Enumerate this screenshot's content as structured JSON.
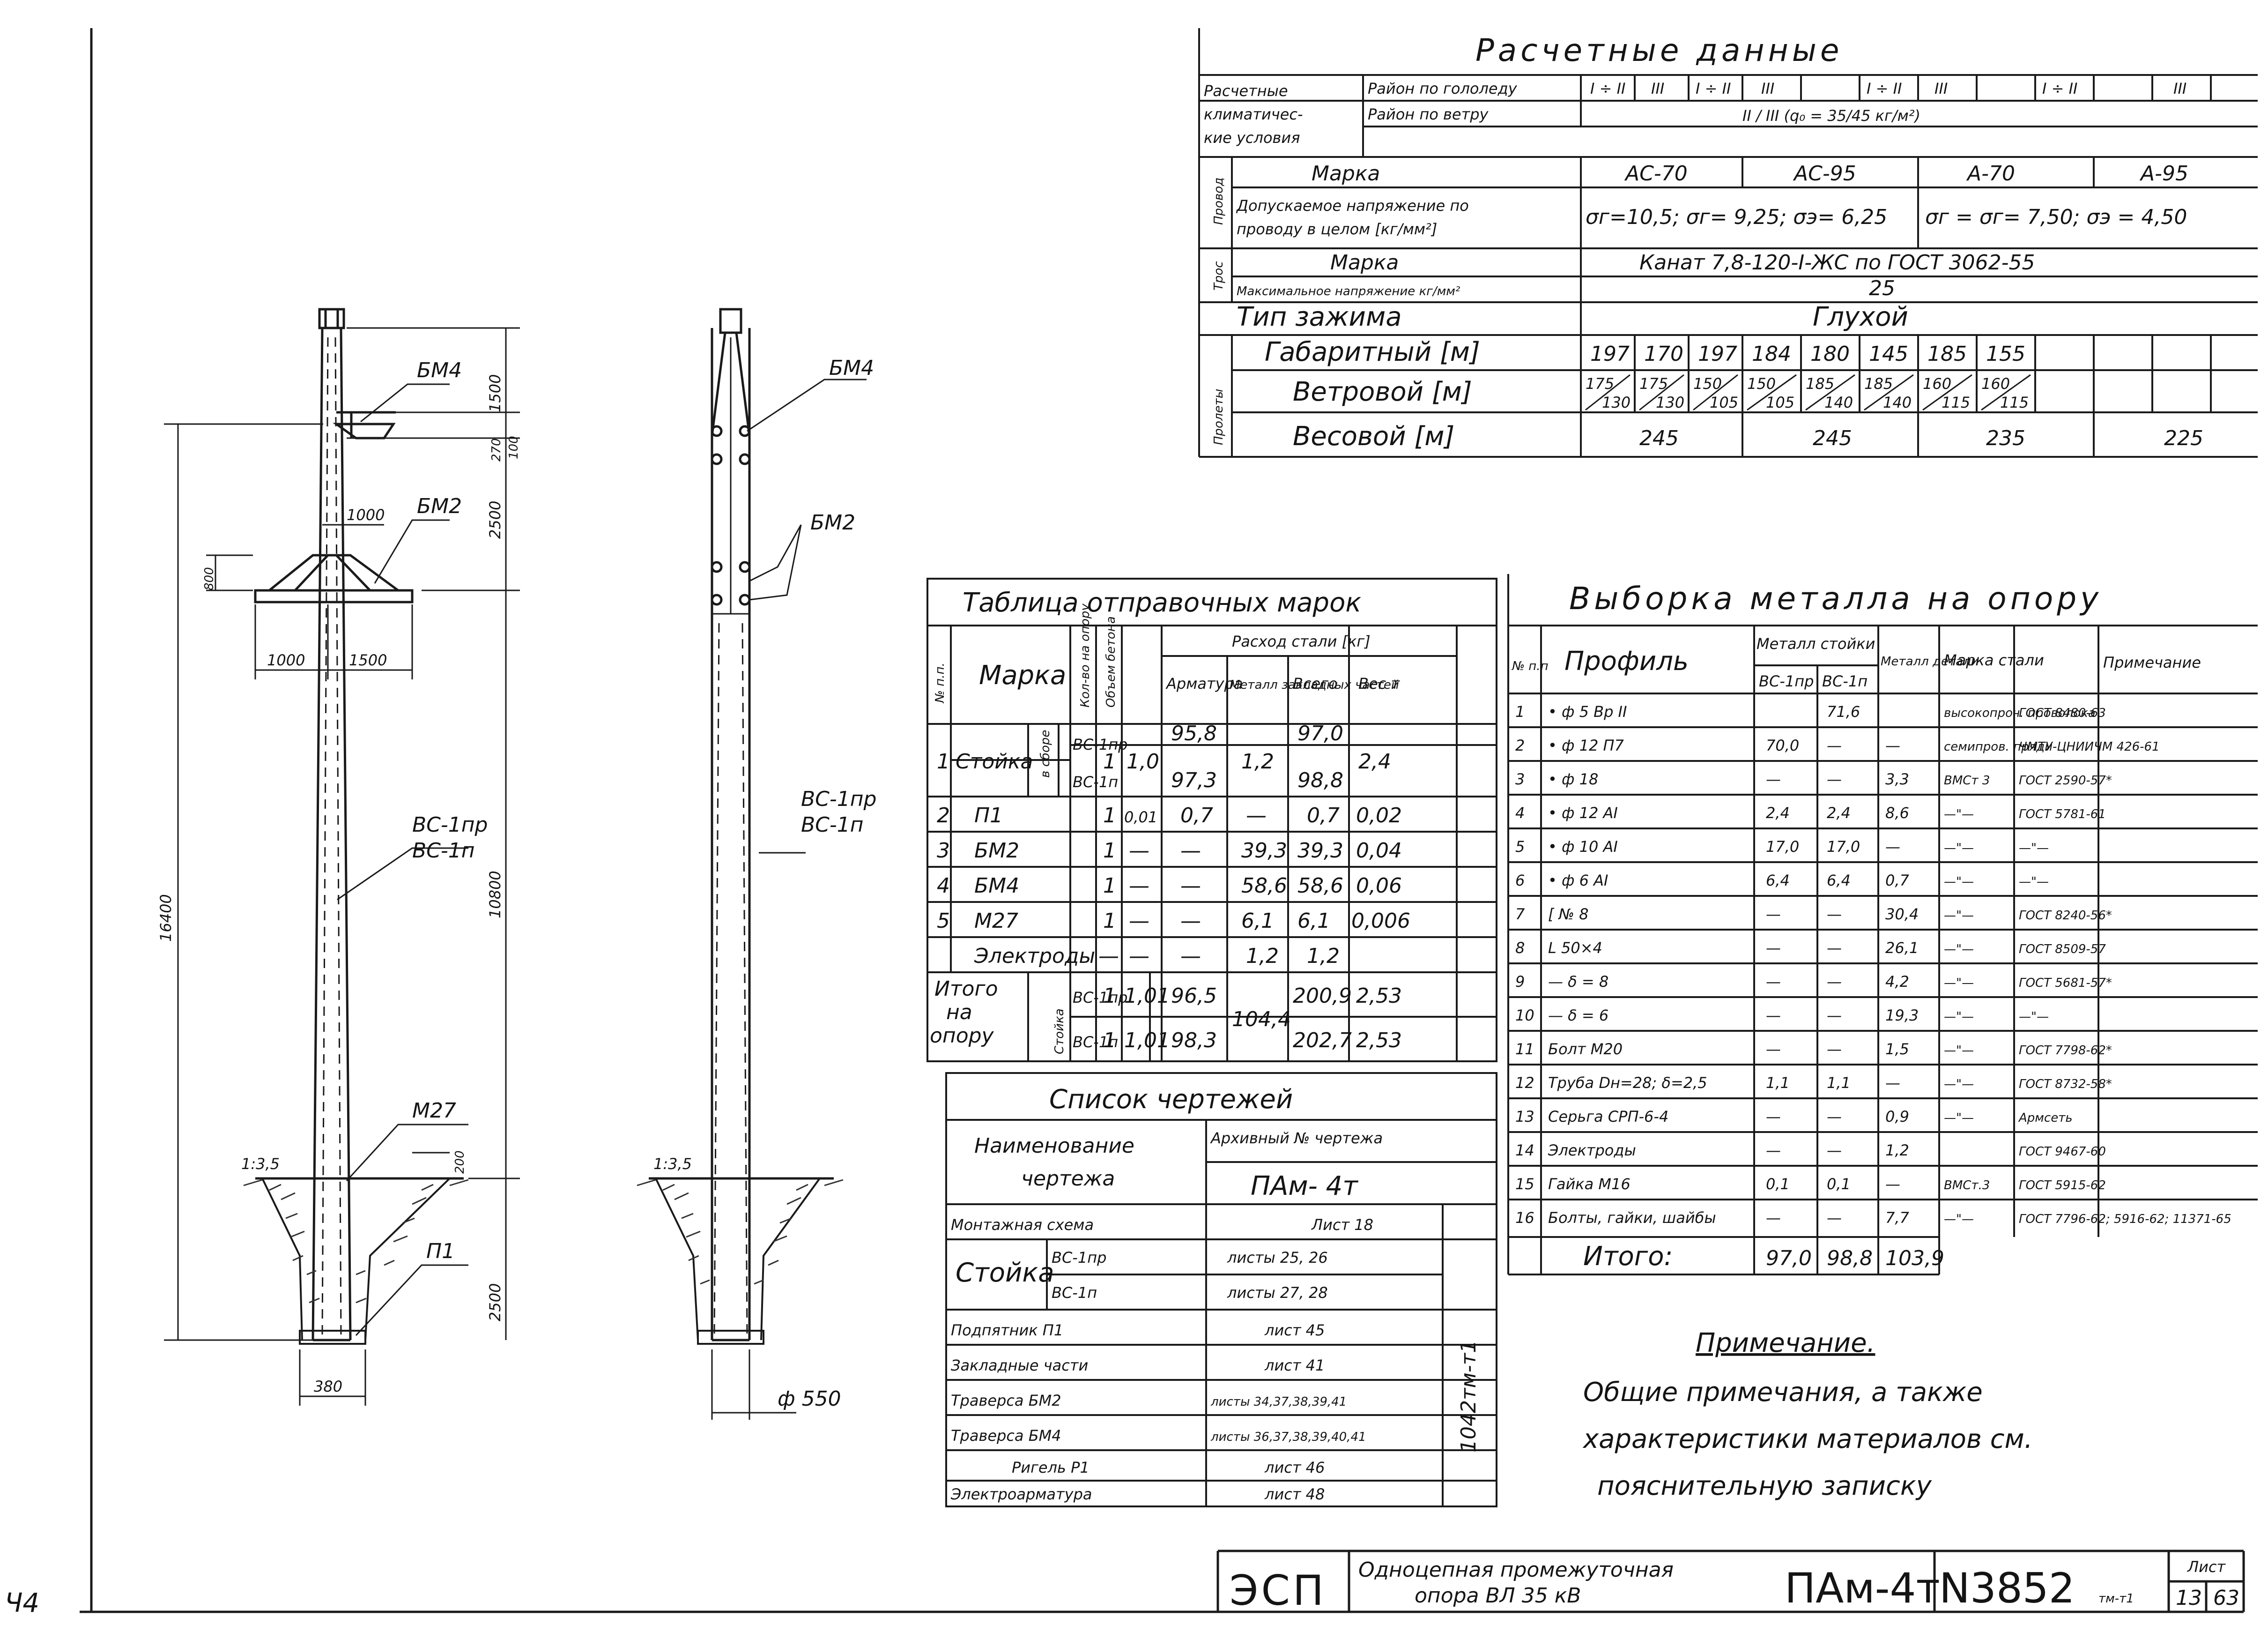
{
  "elevation": {
    "labels": {
      "bm4": "БМ4",
      "bm2": "БМ2",
      "stand": [
        "ВС-1пр",
        "ВС-1п"
      ],
      "m27": "М27",
      "p1": "П1",
      "slope": "1:3,5",
      "diameter": "ф 550"
    },
    "dimensions": {
      "total": "16400",
      "above_ground": "10800",
      "below_ground": "2500",
      "top": "1500",
      "mid": "2500",
      "small1": "100",
      "small2": "270",
      "crossarm_h": "800",
      "crossarm_w1": "1000",
      "crossarm_w2": "1000",
      "crossarm_w3": "1500",
      "base": "380",
      "m27_gap": "200"
    }
  },
  "design": {
    "title": "Расчетные данные",
    "climate_label": [
      "Расчетные",
      "климатичес-",
      "кие условия"
    ],
    "ice_label": "Район по гололеду",
    "ice_values": [
      "I ÷ II",
      "III",
      "I ÷ II",
      "III",
      "I ÷ II",
      "III",
      "I ÷ II",
      "III"
    ],
    "wind_label": "Район по ветру",
    "wind_value": "II / III (q₀ = 35/45 кг/м²)",
    "wire_group": "Провод",
    "wire_brand_label": "Марка",
    "wire_brands": [
      "АС-70",
      "АС-95",
      "А-70",
      "А-95"
    ],
    "stress_label": [
      "Допускаемое напряжение по",
      "проводу в целом [кг/мм²]"
    ],
    "stress_values": [
      "σг=10,5; σг= 9,25; σэ= 6,25",
      "σг = σг= 7,50; σэ = 4,50"
    ],
    "rope_group": "Трос",
    "rope_brand_label": "Марка",
    "rope_brand": "Канат 7,8-120-I-ЖС по ГОСТ 3062-55",
    "rope_stress_label": "Максимальное напряжение кг/мм²",
    "rope_stress": "25",
    "clamp_label": "Тип зажима",
    "clamp_value": "Глухой",
    "span_group": "Пролеты",
    "gabarit_label": "Габаритный [м]",
    "gabarit": [
      "197",
      "170",
      "197",
      "184",
      "180",
      "145",
      "185",
      "155"
    ],
    "wind_span_label": "Ветровой [м]",
    "wind_span": [
      [
        "175",
        "130"
      ],
      [
        "175",
        "130"
      ],
      [
        "150",
        "105"
      ],
      [
        "150",
        "105"
      ],
      [
        "185",
        "140"
      ],
      [
        "185",
        "140"
      ],
      [
        "160",
        "115"
      ],
      [
        "160",
        "115"
      ]
    ],
    "weight_label": "Весовой [м]",
    "weight": [
      "245",
      "245",
      "235",
      "225"
    ]
  },
  "shipping": {
    "title": "Таблица отправочных марок",
    "headers": {
      "num": "№ п.п.",
      "mark": "Марка",
      "qty": "Кол-во на опору",
      "concrete": "Объем бетона",
      "steel": "Расход стали [кг]",
      "rebar": "Арматура",
      "metal": "Металл закладных частей",
      "total": "Всего",
      "weight": "Вес т"
    },
    "stand_label": "Стойка",
    "stand_sub": "в сборе",
    "rows": [
      {
        "n": "1",
        "mark": "ВС-1пр",
        "qty": "1",
        "vol": "1,0",
        "rebar": "95,8",
        "metal": "1,2",
        "total": "97,0",
        "w": "2,4"
      },
      {
        "n": "",
        "mark": "ВС-1п",
        "qty": "",
        "vol": "",
        "rebar": "97,3",
        "metal": "",
        "total": "98,8",
        "w": ""
      },
      {
        "n": "2",
        "mark": "П1",
        "qty": "1",
        "vol": "0,01",
        "rebar": "0,7",
        "metal": "—",
        "total": "0,7",
        "w": "0,02"
      },
      {
        "n": "3",
        "mark": "БМ2",
        "qty": "1",
        "vol": "—",
        "rebar": "—",
        "metal": "39,3",
        "total": "39,3",
        "w": "0,04"
      },
      {
        "n": "4",
        "mark": "БМ4",
        "qty": "1",
        "vol": "—",
        "rebar": "—",
        "metal": "58,6",
        "total": "58,6",
        "w": "0,06"
      },
      {
        "n": "5",
        "mark": "М27",
        "qty": "1",
        "vol": "—",
        "rebar": "—",
        "metal": "6,1",
        "total": "6,1",
        "w": "0,006"
      },
      {
        "n": "",
        "mark": "Электроды",
        "qty": "—",
        "vol": "—",
        "rebar": "—",
        "metal": "1,2",
        "total": "1,2",
        "w": ""
      }
    ],
    "total_label": [
      "Итого",
      "на",
      "опору"
    ],
    "total_stand": "Стойка",
    "totals": [
      {
        "mark": "ВС-1пр",
        "qty": "1",
        "vol": "1,01",
        "rebar": "96,5",
        "metal": "104,4",
        "total": "200,9",
        "w": "2,53"
      },
      {
        "mark": "ВС-1п",
        "qty": "1",
        "vol": "1,01",
        "rebar": "98,3",
        "metal": "",
        "total": "202,7",
        "w": "2,53"
      }
    ]
  },
  "drawings": {
    "title": "Список чертежей",
    "name_header": [
      "Наименование",
      "чертежа"
    ],
    "archive_header": "Архивный № чертежа",
    "archive_value": "ПАм- 4т",
    "side_code": "1042тм-т1",
    "rows": [
      {
        "name": "Монтажная схема",
        "sheet": "Лист 18"
      },
      {
        "name": "Стойка",
        "sub": "ВС-1пр",
        "sheet": "листы 25, 26"
      },
      {
        "name": "",
        "sub": "ВС-1п",
        "sheet": "листы 27, 28"
      },
      {
        "name": "Подпятник П1",
        "sheet": "лист 45"
      },
      {
        "name": "Закладные части",
        "sheet": "лист 41"
      },
      {
        "name": "Траверса БМ2",
        "sheet": "листы 34,37,38,39,41"
      },
      {
        "name": "Траверса БМ4",
        "sheet": "листы 36,37,38,39,40,41"
      },
      {
        "name": "Ригель Р1",
        "sheet": "лист 46"
      },
      {
        "name": "Электроарматура",
        "sheet": "лист 48"
      }
    ]
  },
  "metal": {
    "title": "Выборка металла на опору",
    "headers": {
      "num": "№ п.п",
      "profile": "Профиль",
      "stand": "Металл стойки",
      "bc1pr": "ВС-1пр",
      "bc1p": "ВС-1п",
      "parts": "Металл детали",
      "grade": "Марка стали",
      "note": "Примечание"
    },
    "rows": [
      {
        "n": "1",
        "p": "• ф 5 Вр II",
        "a": "",
        "b": "71,6",
        "c": "",
        "g": "высокопроч. проволока",
        "note": "ГОСТ 8480-63"
      },
      {
        "n": "2",
        "p": "• ф 12 П7",
        "a": "70,0",
        "b": "—",
        "c": "—",
        "g": "семипров. пряди",
        "note": "ЧМТУ-ЦНИИЧМ 426-61"
      },
      {
        "n": "3",
        "p": "• ф 18",
        "a": "—",
        "b": "—",
        "c": "3,3",
        "g": "ВМСт 3",
        "note": "ГОСТ 2590-57*"
      },
      {
        "n": "4",
        "p": "• ф 12 АI",
        "a": "2,4",
        "b": "2,4",
        "c": "8,6",
        "g": "—\"—",
        "note": "ГОСТ 5781-61"
      },
      {
        "n": "5",
        "p": "• ф 10 АI",
        "a": "17,0",
        "b": "17,0",
        "c": "—",
        "g": "—\"—",
        "note": "—\"—"
      },
      {
        "n": "6",
        "p": "• ф 6 АI",
        "a": "6,4",
        "b": "6,4",
        "c": "0,7",
        "g": "—\"—",
        "note": "—\"—"
      },
      {
        "n": "7",
        "p": "[ № 8",
        "a": "—",
        "b": "—",
        "c": "30,4",
        "g": "—\"—",
        "note": "ГОСТ 8240-56*"
      },
      {
        "n": "8",
        "p": "L 50×4",
        "a": "—",
        "b": "—",
        "c": "26,1",
        "g": "—\"—",
        "note": "ГОСТ 8509-57"
      },
      {
        "n": "9",
        "p": "— δ = 8",
        "a": "—",
        "b": "—",
        "c": "4,2",
        "g": "—\"—",
        "note": "ГОСТ 5681-57*"
      },
      {
        "n": "10",
        "p": "— δ = 6",
        "a": "—",
        "b": "—",
        "c": "19,3",
        "g": "—\"—",
        "note": "—\"—"
      },
      {
        "n": "11",
        "p": "Болт М20",
        "a": "—",
        "b": "—",
        "c": "1,5",
        "g": "—\"—",
        "note": "ГОСТ 7798-62*"
      },
      {
        "n": "12",
        "p": "Труба Dн=28; δ=2,5",
        "a": "1,1",
        "b": "1,1",
        "c": "—",
        "g": "—\"—",
        "note": "ГОСТ 8732-58*"
      },
      {
        "n": "13",
        "p": "Серьга СРП-6-4",
        "a": "—",
        "b": "—",
        "c": "0,9",
        "g": "—\"—",
        "note": "Армсеть"
      },
      {
        "n": "14",
        "p": "Электроды",
        "a": "—",
        "b": "—",
        "c": "1,2",
        "g": "",
        "note": "ГОСТ 9467-60"
      },
      {
        "n": "15",
        "p": "Гайка М16",
        "a": "0,1",
        "b": "0,1",
        "c": "—",
        "g": "ВМСт.3",
        "note": "ГОСТ 5915-62"
      },
      {
        "n": "16",
        "p": "Болты, гайки, шайбы",
        "a": "—",
        "b": "—",
        "c": "7,7",
        "g": "—\"—",
        "note": "ГОСТ 7796-62; 5916-62; 11371-65"
      }
    ],
    "total_label": "Итого:",
    "totals": {
      "a": "97,0",
      "b": "98,8",
      "c": "103,9"
    }
  },
  "note": {
    "title": "Примечание.",
    "lines": [
      "Общие примечания, а также",
      "характеристики материалов см.",
      "пояснительную записку"
    ]
  },
  "stamp": {
    "org": "ЭСП",
    "desc1": "Одноцепная промежуточная",
    "desc2": "опора ВЛ 35 кВ",
    "code": "ПАм-4т",
    "number": "N3852",
    "suffix": "тм-т1",
    "sheet_label": "Лист",
    "sheet": "13",
    "total": "63"
  },
  "corner": "Ч4"
}
